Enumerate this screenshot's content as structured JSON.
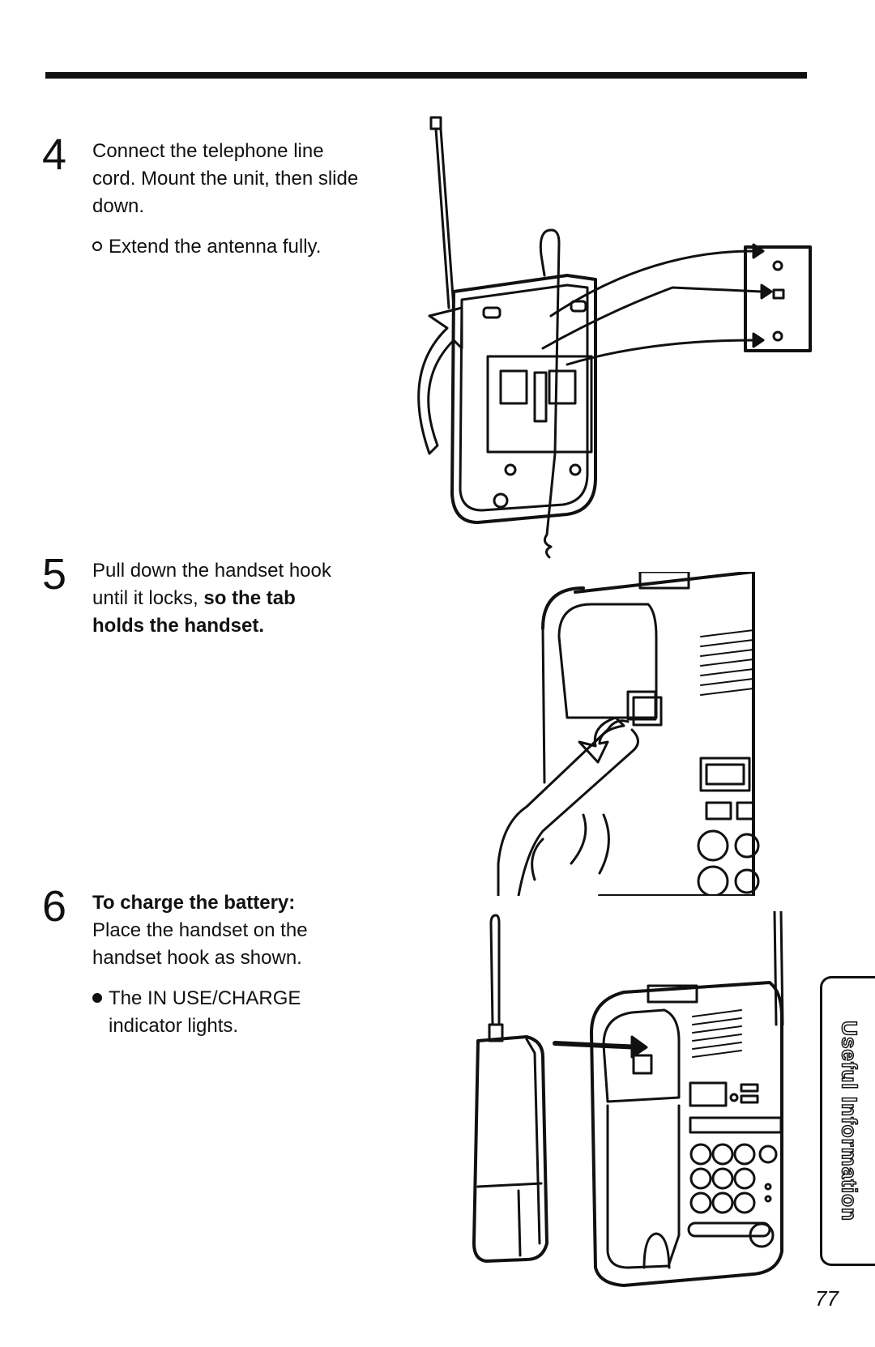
{
  "step4": {
    "number": "4",
    "line1": "Connect the telephone line",
    "line2": "cord. Mount the unit, then slide",
    "line3": "down.",
    "bullet": "Extend the antenna fully."
  },
  "step5": {
    "number": "5",
    "line1": "Pull down the handset hook",
    "line2_plain": "until it locks, ",
    "line2_bold": "so the tab",
    "line3_bold": "holds the handset."
  },
  "step6": {
    "number": "6",
    "heading": "To charge the battery:",
    "line1": "Place the handset on the",
    "line2": "handset hook as shown.",
    "bullet_line1": "The IN USE/CHARGE",
    "bullet_line2": "indicator lights."
  },
  "side_tab": {
    "label": "Useful Information"
  },
  "page_number": "77"
}
